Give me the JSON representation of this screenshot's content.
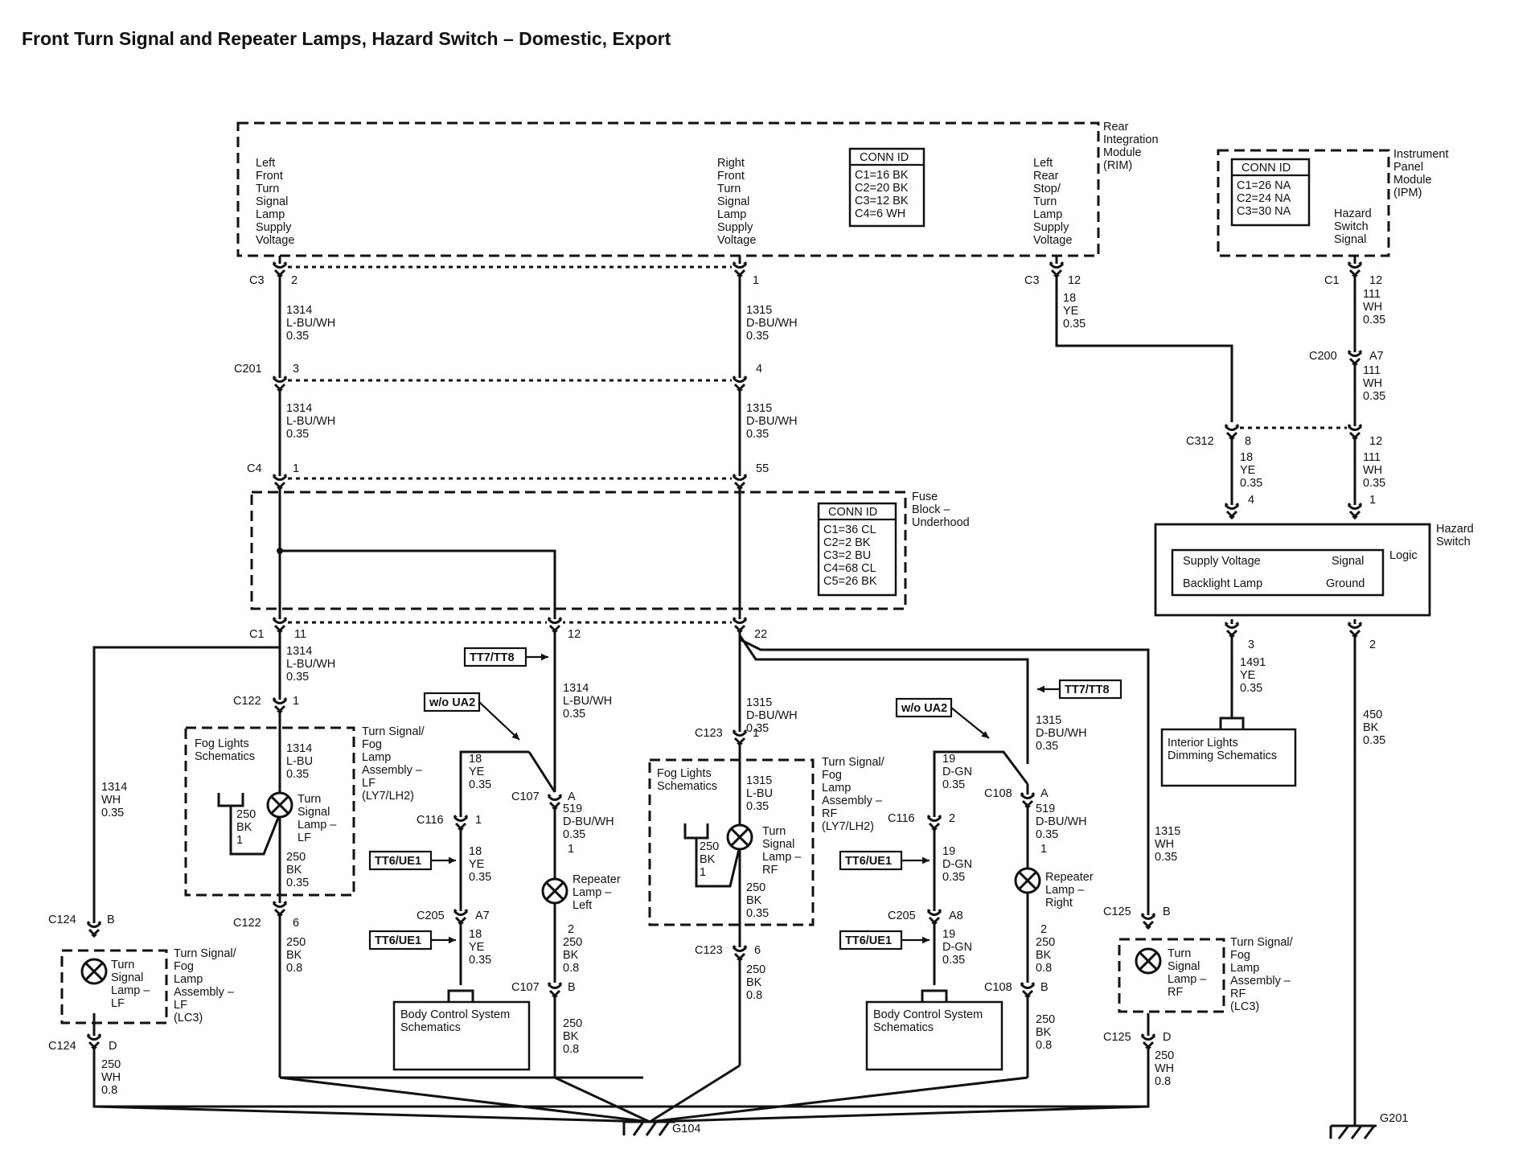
{
  "title": "Front Turn Signal and Repeater Lamps, Hazard Switch – Domestic, Export",
  "modules": {
    "rim": {
      "name": [
        "Rear",
        "Integration",
        "Module",
        "(RIM)"
      ],
      "conn_header": "CONN ID",
      "conn_ids": [
        "C1=16 BK",
        "C2=20 BK",
        "C3=12 BK",
        "C4=6 WH"
      ],
      "circuit_left": [
        "Left",
        "Front",
        "Turn",
        "Signal",
        "Lamp",
        "Supply",
        "Voltage"
      ],
      "circuit_right": [
        "Right",
        "Front",
        "Turn",
        "Signal",
        "Lamp",
        "Supply",
        "Voltage"
      ],
      "circuit_rear": [
        "Left",
        "Rear",
        "Stop/",
        "Turn",
        "Lamp",
        "Supply",
        "Voltage"
      ]
    },
    "ipm": {
      "name": [
        "Instrument",
        "Panel",
        "Module",
        "(IPM)"
      ],
      "conn_header": "CONN ID",
      "conn_ids": [
        "C1=26 NA",
        "C2=24 NA",
        "C3=30 NA"
      ],
      "circuit": [
        "Hazard",
        "Switch",
        "Signal"
      ]
    },
    "fuse_block": {
      "name": [
        "Fuse",
        "Block –",
        "Underhood"
      ],
      "conn_header": "CONN ID",
      "conn_ids": [
        "C1=36 CL",
        "C2=2 BK",
        "C3=2 BU",
        "C4=68 CL",
        "C5=26 BK"
      ]
    },
    "hazard_switch": {
      "name": [
        "Hazard",
        "Switch"
      ],
      "logic": "Logic",
      "supply_voltage": "Supply Voltage",
      "signal": "Signal",
      "backlight_lamp": "Backlight Lamp",
      "ground": "Ground"
    }
  },
  "connectors": {
    "c3_l": "C3",
    "c3_l_pin": "2",
    "c3_r_pin": "1",
    "c3_rear": "C3",
    "c3_rear_pin": "12",
    "c201": "C201",
    "c201_l_pin": "3",
    "c201_r_pin": "4",
    "c4": "C4",
    "c4_l_pin": "1",
    "c4_r_pin": "55",
    "c1_ipm": "C1",
    "c1_ipm_pin": "12",
    "c200": "C200",
    "c200_pin": "A7",
    "c312": "C312",
    "c312_l_pin": "8",
    "c312_r_pin": "12",
    "hz_top_l_pin": "4",
    "hz_top_r_pin": "1",
    "hz_bot_l_pin": "3",
    "hz_bot_r_pin": "2",
    "c1_fb": "C1",
    "c1_fb_p11": "11",
    "c1_fb_p12": "12",
    "c1_fb_p22": "22",
    "c122_top": "C122",
    "c122_top_pin": "1",
    "c122_bot": "C122",
    "c122_bot_pin": "6",
    "c124_top": "C124",
    "c124_top_pin": "B",
    "c124_bot": "C124",
    "c124_bot_pin": "D",
    "c116_l": "C116",
    "c116_l_pin": "1",
    "c205_l": "C205",
    "c205_l_pin": "A7",
    "c107_top": "C107",
    "c107_top_pin": "A",
    "c107_bot": "C107",
    "c107_bot_pin": "B",
    "c107_lamp_top_pin": "1",
    "c107_lamp_bot_pin": "2",
    "c123_top": "C123",
    "c123_top_pin": "1",
    "c123_bot": "C123",
    "c123_bot_pin": "6",
    "c116_r": "C116",
    "c116_r_pin": "2",
    "c205_r": "C205",
    "c205_r_pin": "A8",
    "c108_top": "C108",
    "c108_top_pin": "A",
    "c108_bot": "C108",
    "c108_bot_pin": "B",
    "c108_lamp_top_pin": "1",
    "c108_lamp_bot_pin": "2",
    "c125_top": "C125",
    "c125_top_pin": "B",
    "c125_bot": "C125",
    "c125_bot_pin": "D"
  },
  "wires": {
    "w1314_a": [
      "1314",
      "L-BU/WH",
      "0.35"
    ],
    "w1314_b": [
      "1314",
      "L-BU/WH",
      "0.35"
    ],
    "w1314_c": [
      "1314",
      "L-BU/WH",
      "0.35"
    ],
    "w1314_d": [
      "1314",
      "L-BU/WH",
      "0.35"
    ],
    "w1314_lbu": [
      "1314",
      "L-BU",
      "0.35"
    ],
    "w1314_wh": [
      "1314",
      "WH",
      "0.35"
    ],
    "w1315_a": [
      "1315",
      "D-BU/WH",
      "0.35"
    ],
    "w1315_b": [
      "1315",
      "D-BU/WH",
      "0.35"
    ],
    "w1315_c": [
      "1315",
      "D-BU/WH",
      "0.35"
    ],
    "w1315_d": [
      "1315",
      "D-BU/WH",
      "0.35"
    ],
    "w1315_lbu": [
      "1315",
      "L-BU",
      "0.35"
    ],
    "w1315_wh": [
      "1315",
      "WH",
      "0.35"
    ],
    "w18_rear": [
      "18",
      "YE",
      "0.35"
    ],
    "w18_c312": [
      "18",
      "YE",
      "0.35"
    ],
    "w111_a": [
      "111",
      "WH",
      "0.35"
    ],
    "w111_b": [
      "111",
      "WH",
      "0.35"
    ],
    "w111_c": [
      "111",
      "WH",
      "0.35"
    ],
    "w1491": [
      "1491",
      "YE",
      "0.35"
    ],
    "w450": [
      "450",
      "BK",
      "0.35"
    ],
    "w18_l1": [
      "18",
      "YE",
      "0.35"
    ],
    "w18_l2": [
      "18",
      "YE",
      "0.35"
    ],
    "w18_l3": [
      "18",
      "YE",
      "0.35"
    ],
    "w19_r1": [
      "19",
      "D-GN",
      "0.35"
    ],
    "w19_r2": [
      "19",
      "D-GN",
      "0.35"
    ],
    "w19_r3": [
      "19",
      "D-GN",
      "0.35"
    ],
    "w519_l": [
      "519",
      "D-BU/WH",
      "0.35"
    ],
    "w519_r": [
      "519",
      "D-BU/WH",
      "0.35"
    ],
    "w250_fog_l": [
      "250",
      "BK",
      "1"
    ],
    "w250_fog_r": [
      "250",
      "BK",
      "1"
    ],
    "w250_lf": [
      "250",
      "BK",
      "0.35"
    ],
    "w250_rf": [
      "250",
      "BK",
      "0.35"
    ],
    "w250_c122": [
      "250",
      "BK",
      "0.8"
    ],
    "w250_c123": [
      "250",
      "BK",
      "0.8"
    ],
    "w250_rep_l": [
      "250",
      "BK",
      "0.8"
    ],
    "w250_rep_l2": [
      "250",
      "BK",
      "0.8"
    ],
    "w250_rep_r": [
      "250",
      "BK",
      "0.8"
    ],
    "w250_rep_r2": [
      "250",
      "BK",
      "0.8"
    ],
    "w250_lc3_l": [
      "250",
      "WH",
      "0.8"
    ],
    "w250_lc3_r": [
      "250",
      "WH",
      "0.8"
    ]
  },
  "components": {
    "fog_lights_schem": [
      "Fog Lights",
      "Schematics"
    ],
    "tsfl_lf": [
      "Turn Signal/",
      "Fog",
      "Lamp",
      "Assembly –",
      "LF",
      "(LY7/LH2)"
    ],
    "tsfl_rf": [
      "Turn Signal/",
      "Fog",
      "Lamp",
      "Assembly –",
      "RF",
      "(LY7/LH2)"
    ],
    "tsfl_lf_lc3": [
      "Turn Signal/",
      "Fog",
      "Lamp",
      "Assembly –",
      "LF",
      "(LC3)"
    ],
    "tsfl_rf_lc3": [
      "Turn Signal/",
      "Fog",
      "Lamp",
      "Assembly –",
      "RF",
      "(LC3)"
    ],
    "ts_lamp_lf": [
      "Turn",
      "Signal",
      "Lamp –",
      "LF"
    ],
    "ts_lamp_rf": [
      "Turn",
      "Signal",
      "Lamp –",
      "RF"
    ],
    "rep_left": [
      "Repeater",
      "Lamp –",
      "Left"
    ],
    "rep_right": [
      "Repeater",
      "Lamp –",
      "Right"
    ],
    "body_control": [
      "Body Control System",
      "Schematics"
    ],
    "interior_lights": [
      "Interior Lights",
      "Dimming Schematics"
    ]
  },
  "tags": {
    "tt7_tt8": "TT7/TT8",
    "tt6_ue1": "TT6/UE1",
    "wo_ua2": "w/o UA2"
  },
  "grounds": {
    "g104": "G104",
    "g201": "G201"
  }
}
